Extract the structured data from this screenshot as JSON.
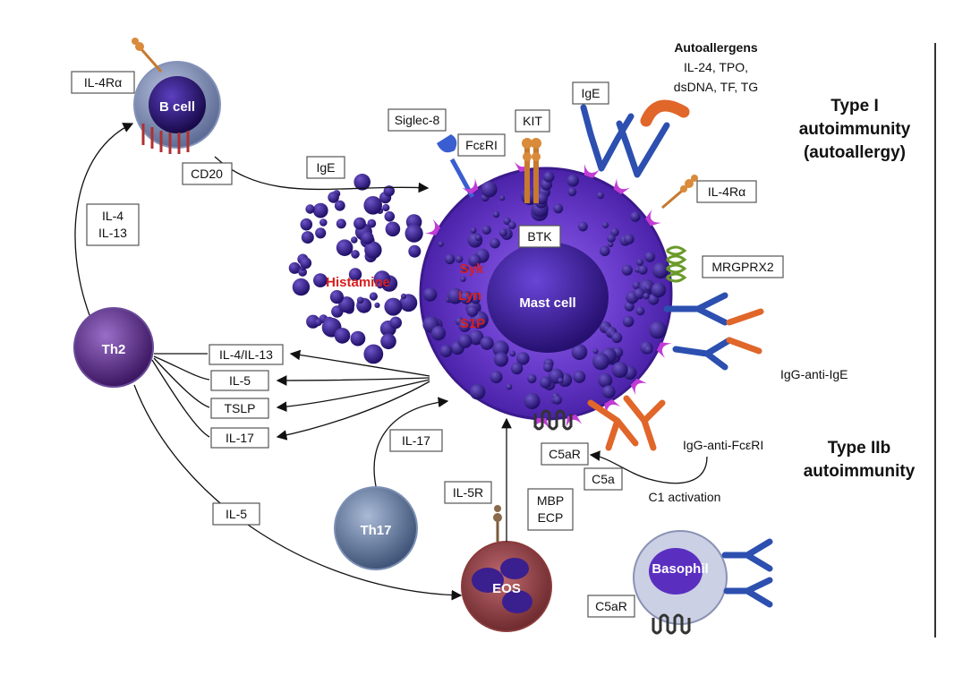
{
  "type_i": {
    "line1": "Type I",
    "line2": "autoimmunity",
    "line3": "(autoallergy)"
  },
  "type_iib": {
    "line1": "Type IIb",
    "line2": "autoimmunity"
  },
  "autoallergens": {
    "line1": "Autoallergens",
    "line2": "IL-24, TPO,",
    "line3": "dsDNA, TF, TG"
  },
  "cells": {
    "b_cell": "B cell",
    "mast_cell": "Mast cell",
    "th2": "Th2",
    "th17": "Th17",
    "eos": "EOS",
    "basophil": "Basophil"
  },
  "receptors": {
    "il4ra_b": "IL-4Rα",
    "cd20": "CD20",
    "siglec8": "Siglec-8",
    "fceri": "FcεRI",
    "kit": "KIT",
    "ige_top": "IgE",
    "il4ra_mast": "IL-4Rα",
    "mrgprx2": "MRGPRX2",
    "btk": "BTK",
    "c5ar_mast": "C5aR",
    "c5ar_baso": "C5aR",
    "il5r": "IL-5R"
  },
  "signaling": {
    "syk": "Syk",
    "lyn": "Lyn",
    "s1p": "S1P"
  },
  "mediators": {
    "histamine": "Histamine",
    "ige_arrow": "IgE",
    "il4_il13_line1": "IL-4",
    "il4_il13_line2": "IL-13",
    "out_il4_il13": "IL-4/IL-13",
    "out_il5": "IL-5",
    "out_tslp": "TSLP",
    "out_il17": "IL-17",
    "il17_arrow": "IL-17",
    "il5_arrow": "IL-5",
    "mbp": "MBP",
    "ecp": "ECP",
    "c5a": "C5a",
    "c1_activation": "C1 activation",
    "igg_anti_ige": "IgG-anti-IgE",
    "igg_anti_fceri": "IgG-anti-FcεRI"
  },
  "colors": {
    "mast_purple": "#5b2bb5",
    "granule": "#3a1f8f",
    "nucleus": "#2f1588",
    "receptor_magenta": "#c23bd6",
    "ige_blue": "#2c4fb0",
    "igg_orange": "#e0662a",
    "mediator_red": "#d81e1e"
  }
}
